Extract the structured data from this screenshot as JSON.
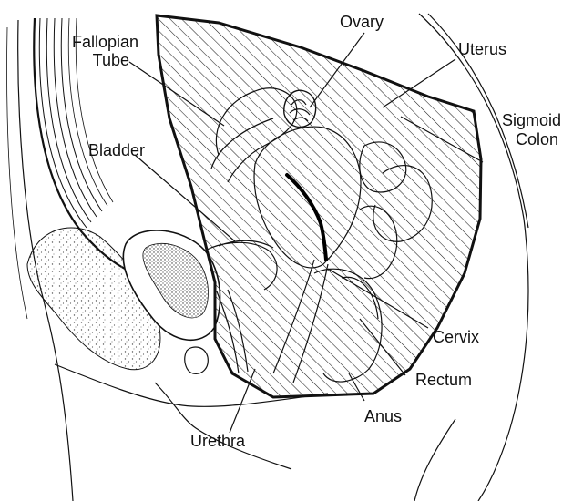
{
  "colors": {
    "ink": "#111111",
    "hatch": "#222222",
    "stipple": "#555555",
    "background": "#ffffff"
  },
  "labels": {
    "ovary": "Ovary",
    "fallopian_tube_line1": "Fallopian",
    "fallopian_tube_line2": "Tube",
    "uterus": "Uterus",
    "sigmoid_colon_line1": "Sigmoid",
    "sigmoid_colon_line2": "Colon",
    "bladder": "Bladder",
    "cervix": "Cervix",
    "rectum": "Rectum",
    "anus": "Anus",
    "urethra": "Urethra"
  }
}
